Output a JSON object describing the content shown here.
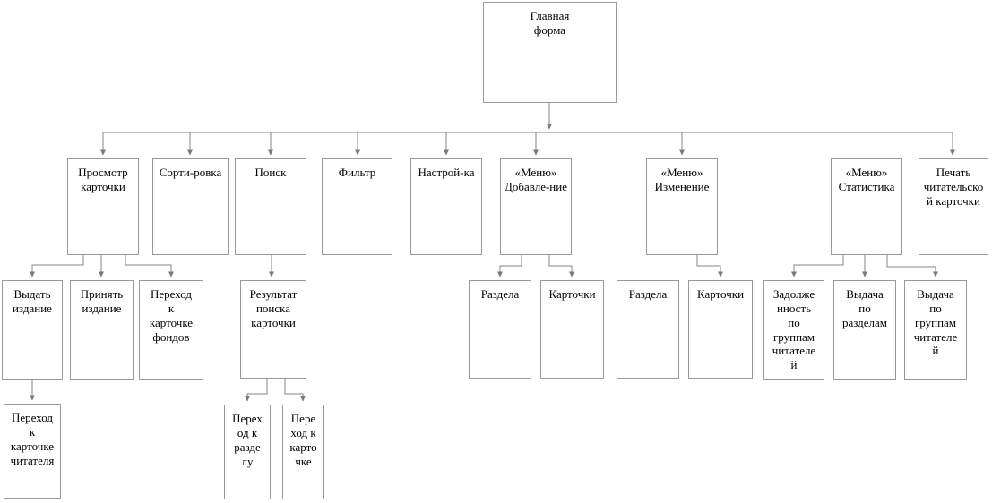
{
  "diagram": {
    "type": "hierarchy-flowchart",
    "language": "ru",
    "colors": {
      "background": "#ffffff",
      "box_border": "#9a9a9a",
      "connector": "#868686",
      "text": "#000000"
    },
    "nodes": {
      "main_form": {
        "label": "Главная\nформа"
      },
      "view_card": {
        "label": "Просмотр\nкарточки"
      },
      "sorting": {
        "label": "Сорти-ровка"
      },
      "search": {
        "label": "Поиск"
      },
      "filter": {
        "label": "Фильтр"
      },
      "settings": {
        "label": "Настрой-ка"
      },
      "menu_add": {
        "label": "«Меню»\nДобавле-ние"
      },
      "menu_edit": {
        "label": "«Меню»\nИзменение"
      },
      "menu_stats": {
        "label": "«Меню»\nСтатистика"
      },
      "print_reader_card": {
        "label": "Печать\nчитательско\nй карточки"
      },
      "issue_edition": {
        "label": "Выдать\nиздание"
      },
      "accept_edition": {
        "label": "Принять\nиздание"
      },
      "goto_fund_card": {
        "label": "Переход\nк\nкарточке\nфондов"
      },
      "search_result": {
        "label": "Результат\nпоиска\nкарточки"
      },
      "add_section": {
        "label": "Раздела"
      },
      "add_card": {
        "label": "Карточки"
      },
      "edit_section": {
        "label": "Раздела"
      },
      "edit_card": {
        "label": "Карточки"
      },
      "debt_groups": {
        "label": "Задолже\nнность\nпо\nгруппам\nчитателе\nй"
      },
      "issue_sections": {
        "label": "Выдача\nпо\nразделам"
      },
      "issue_groups": {
        "label": "Выдача\nпо\nгруппам\nчитателе\nй"
      },
      "goto_reader_card": {
        "label": "Переход\nк\nкарточке\nчитателя"
      },
      "goto_section": {
        "label": "Перех\nод к\nразде\nлу"
      },
      "goto_card": {
        "label": "Пере\nход к\nкарто\nчке"
      }
    },
    "edges": [
      [
        "main_form",
        "view_card"
      ],
      [
        "main_form",
        "sorting"
      ],
      [
        "main_form",
        "search"
      ],
      [
        "main_form",
        "filter"
      ],
      [
        "main_form",
        "settings"
      ],
      [
        "main_form",
        "menu_add"
      ],
      [
        "main_form",
        "menu_edit"
      ],
      [
        "main_form",
        "print_reader_card"
      ],
      [
        "view_card",
        "issue_edition"
      ],
      [
        "view_card",
        "accept_edition"
      ],
      [
        "view_card",
        "goto_fund_card"
      ],
      [
        "issue_edition",
        "goto_reader_card"
      ],
      [
        "search",
        "search_result"
      ],
      [
        "search_result",
        "goto_section"
      ],
      [
        "search_result",
        "goto_card"
      ],
      [
        "menu_add",
        "add_section"
      ],
      [
        "menu_add",
        "add_card"
      ],
      [
        "menu_edit",
        "edit_card"
      ],
      [
        "menu_stats",
        "debt_groups"
      ],
      [
        "menu_stats",
        "issue_sections"
      ],
      [
        "menu_stats",
        "issue_groups"
      ]
    ]
  }
}
